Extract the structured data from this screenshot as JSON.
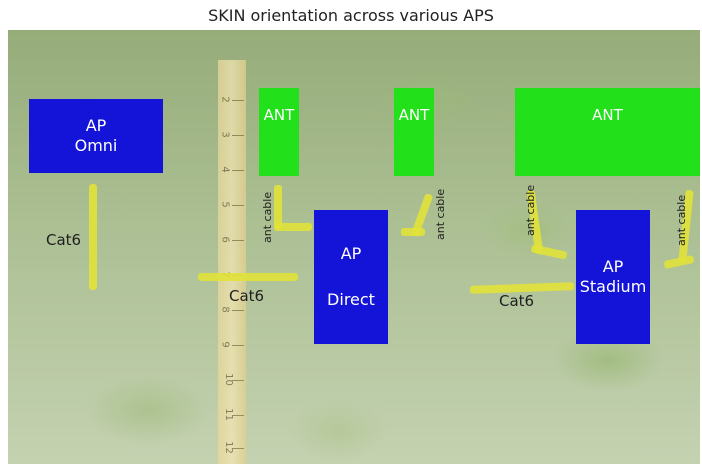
{
  "title": "SKIN orientation across various APS",
  "aps": {
    "omni": {
      "line1": "AP",
      "line2": "Omni"
    },
    "direct": {
      "line1": "AP",
      "line2": "Direct"
    },
    "stadium": {
      "line1": "AP",
      "line2": "Stadium"
    }
  },
  "antennas": {
    "ant1": "ANT",
    "ant2": "ANT",
    "ant3": "ANT"
  },
  "cables": {
    "cat6_1": "Cat6",
    "cat6_2": "Cat6",
    "cat6_3": "Cat6",
    "ant_cable_1": "ant cable",
    "ant_cable_2": "ant cable",
    "ant_cable_3": "ant cable",
    "ant_cable_4": "ant cable"
  },
  "ruler_marks": [
    "2",
    "3",
    "4",
    "5",
    "6",
    "7",
    "8",
    "9",
    "10",
    "11",
    "12"
  ],
  "colors": {
    "ap": "#1414d8",
    "ant": "#22e01a",
    "cable": "#e1e23a"
  }
}
